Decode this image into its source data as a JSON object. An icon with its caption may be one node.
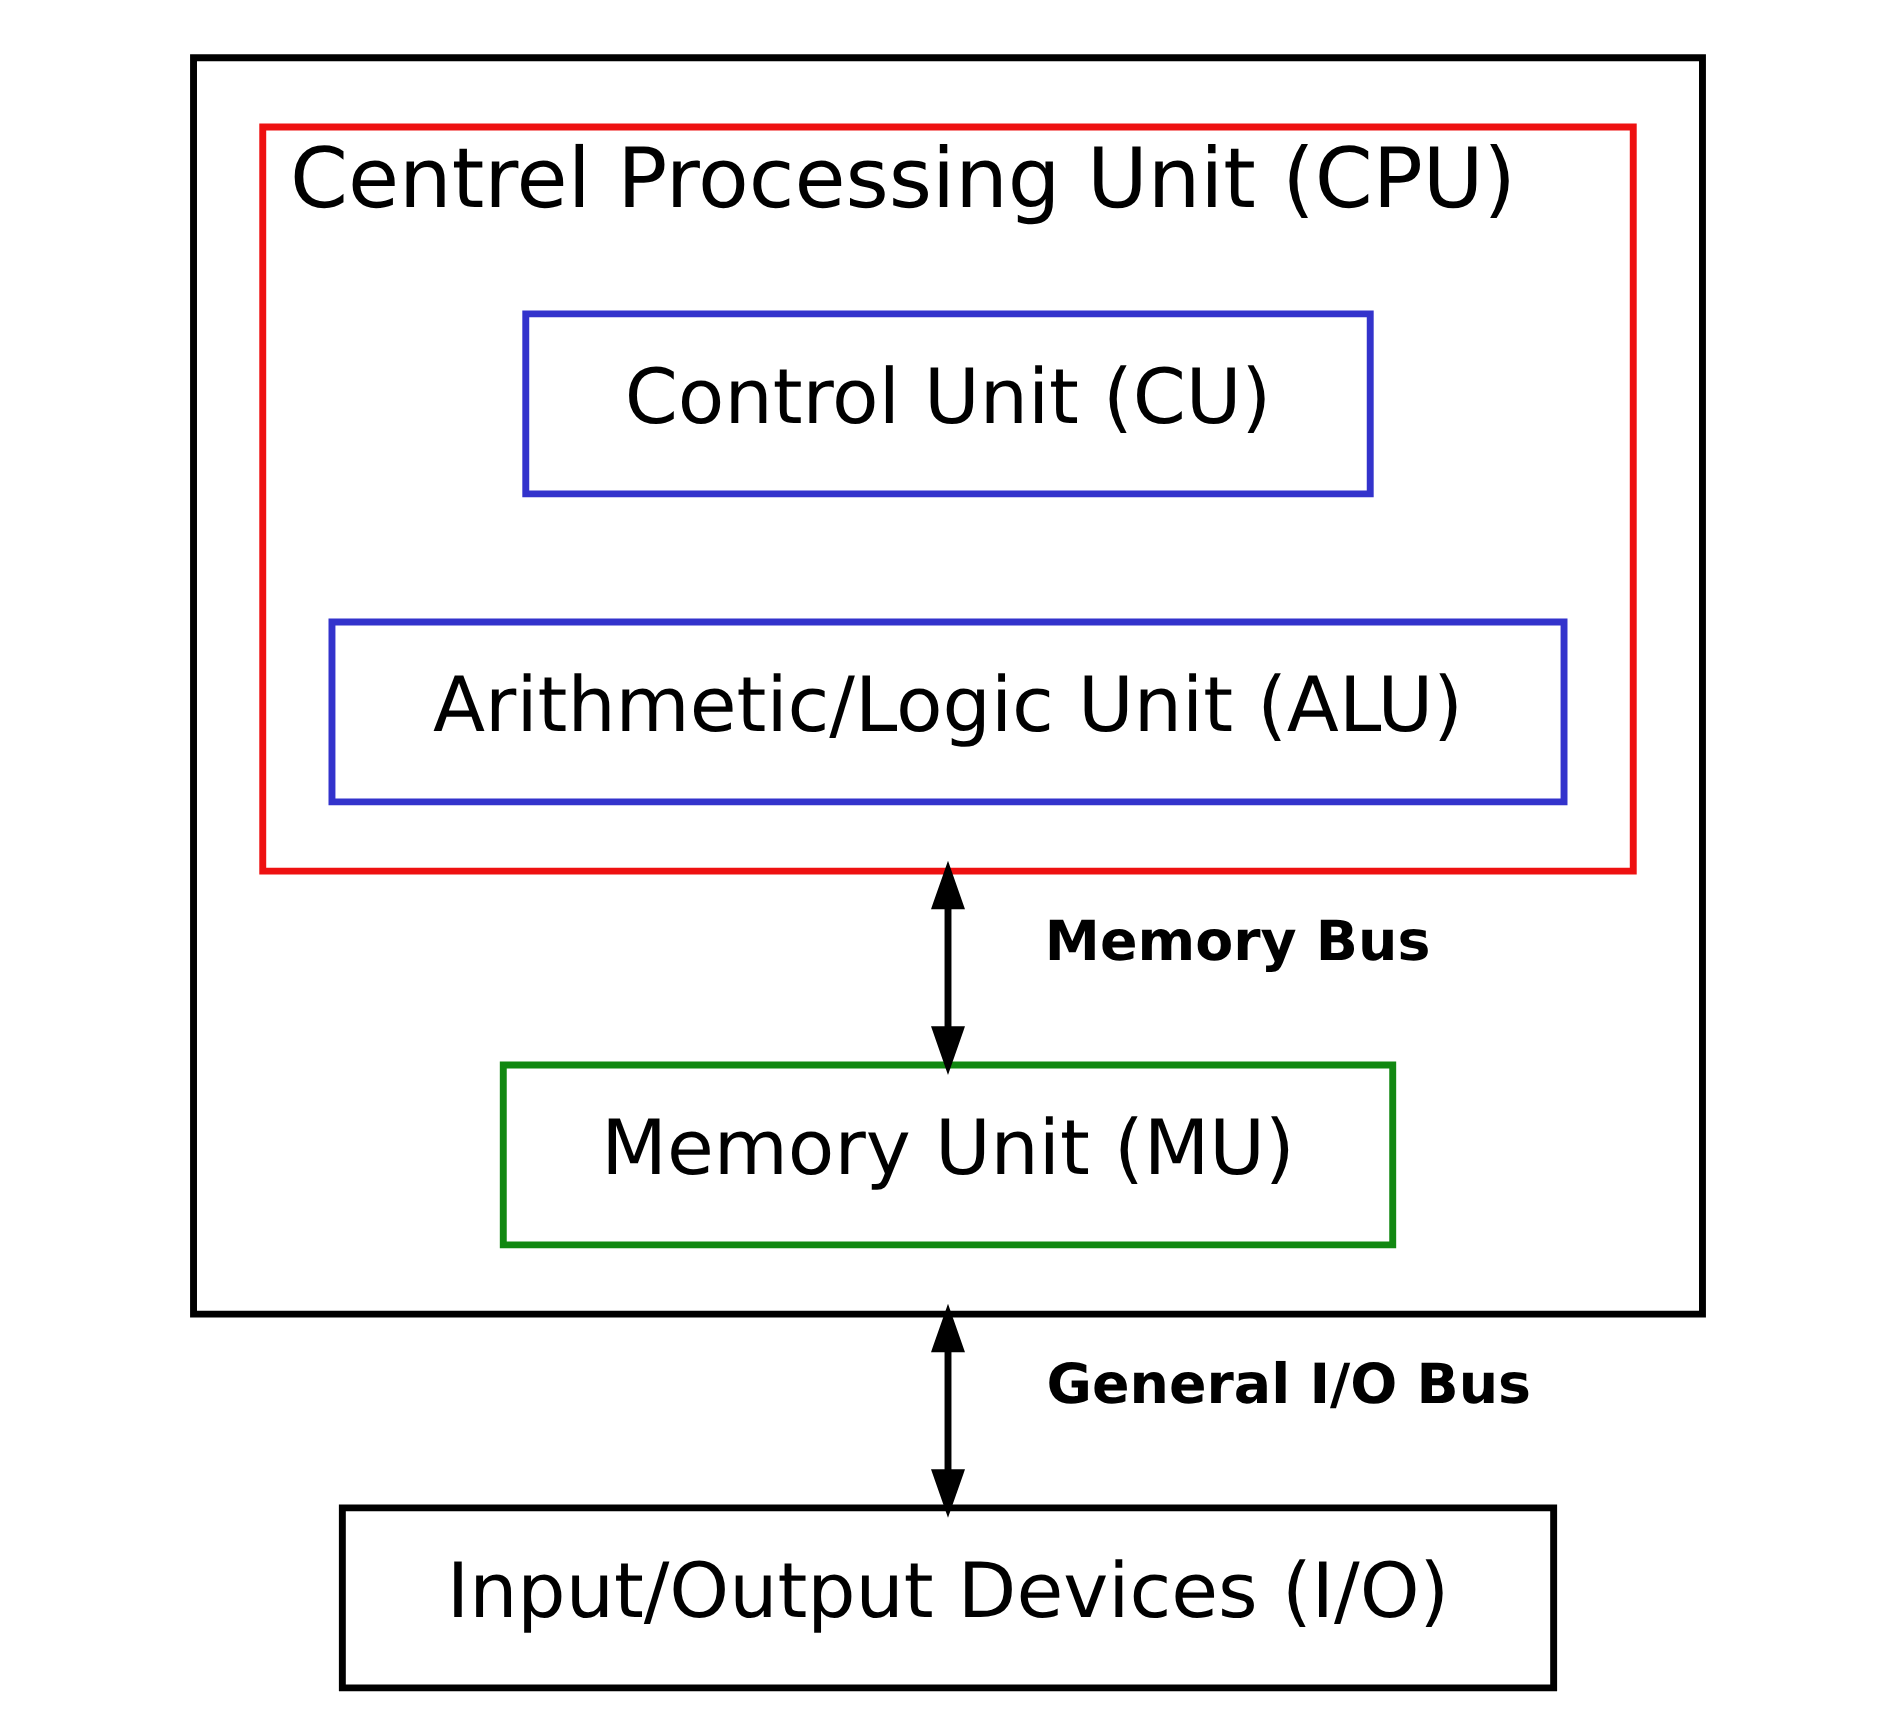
{
  "diagram": {
    "nodes": [
      {
        "text": [],
        "shape": "box"
      },
      {
        "text": [
          "Centrel Processing Unit (CPU)"
        ],
        "in": 0
      },
      {
        "text": [
          "Control Unit (CU)"
        ],
        "in": 1
      },
      {
        "text": [
          "Arithmetic/Logic Unit (ALU)"
        ],
        "in": 1
      },
      {
        "text": [
          "Memory Unit (MU)"
        ],
        "in": 0
      },
      {
        "text": [
          "Input/Output Devices (I/O)"
        ]
      }
    ],
    "edges": [
      {
        "from": 1,
        "to": 4,
        "arrow": "both",
        "label": "Memory Bus"
      },
      {
        "from": 0,
        "to": 5,
        "arrow": "both",
        "label": "General I/O Bus"
      }
    ]
  }
}
